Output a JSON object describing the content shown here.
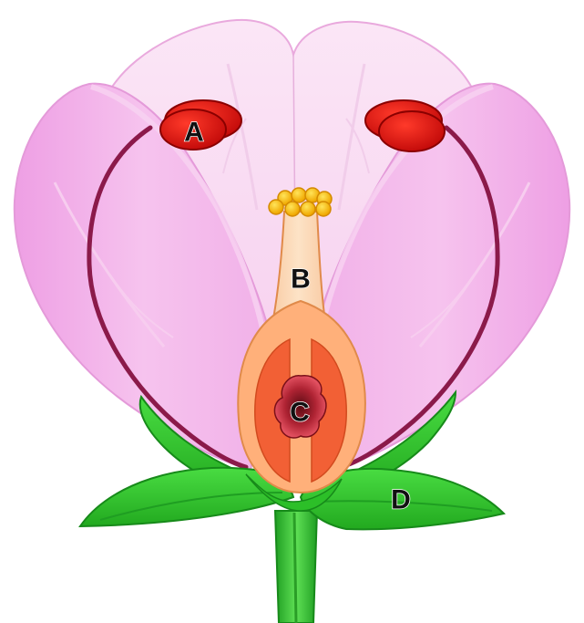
{
  "diagram": {
    "labels": {
      "a": "A",
      "b": "B",
      "c": "C",
      "d": "D"
    },
    "colors": {
      "petal_light": "#f9e1f4",
      "petal_mid": "#f3b8ea",
      "petal_dark": "#e98be0",
      "vein": "#8b1a4a",
      "anther": "#e01010",
      "pollen": "#f6c400",
      "style": "#fcd3a4",
      "ovary_outer": "#ffb07a",
      "ovary_inner": "#f26035",
      "ovule": "#a61e2a",
      "sepal": "#38d036",
      "sepal_dark": "#1f9e22",
      "stem": "#34b82e"
    }
  }
}
